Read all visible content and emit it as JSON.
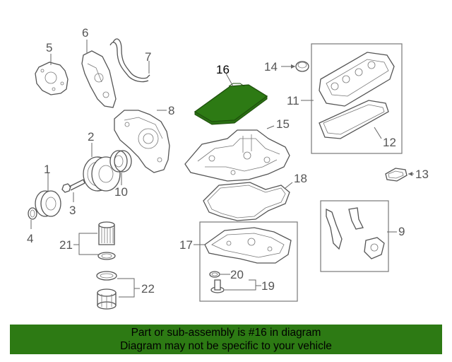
{
  "diagram": {
    "highlight_color": "#2d7a14",
    "highlighted_part": "16",
    "callouts": {
      "c1": "1",
      "c2": "2",
      "c3": "3",
      "c4": "4",
      "c5": "5",
      "c6": "6",
      "c7": "7",
      "c8": "8",
      "c9": "9",
      "c10": "10",
      "c11": "11",
      "c12": "12",
      "c13": "13",
      "c14": "14",
      "c15": "15",
      "c16": "16",
      "c17": "17",
      "c18": "18",
      "c19": "19",
      "c20": "20",
      "c21": "21",
      "c22": "22"
    }
  },
  "banner": {
    "line1": "Part or sub-assembly is #16 in diagram",
    "line2": "Diagram may not be specific to your vehicle",
    "background": "#2d7a14"
  }
}
